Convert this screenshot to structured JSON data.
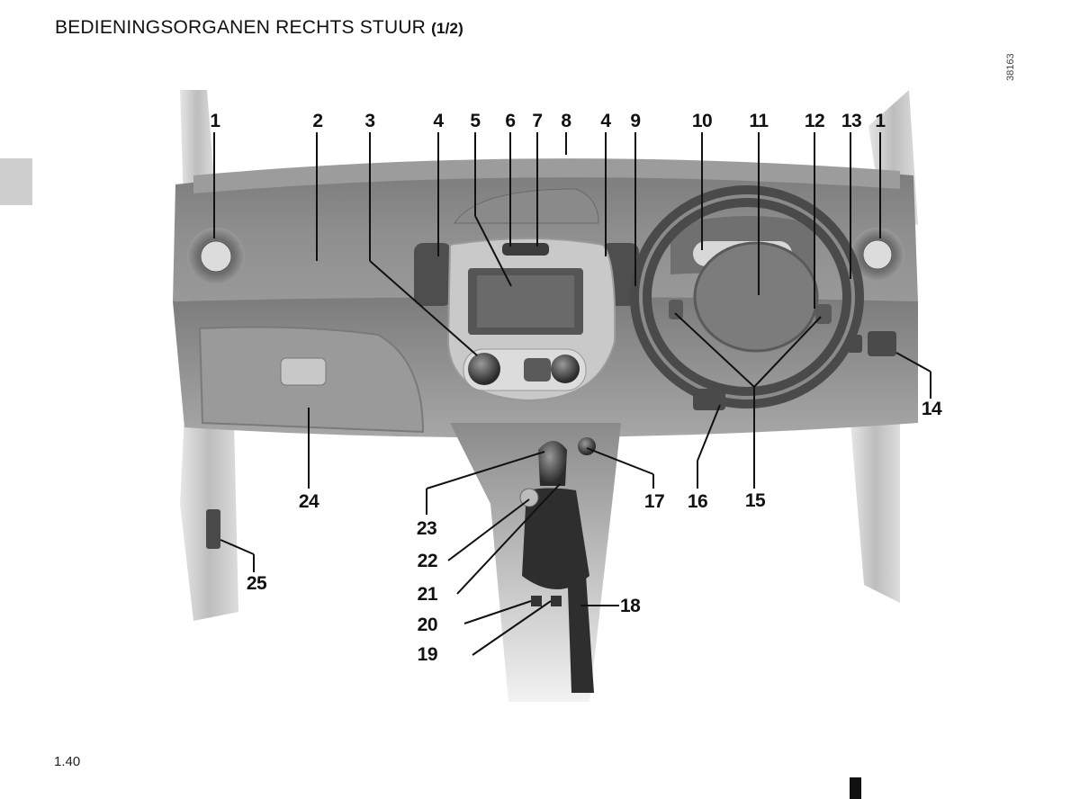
{
  "header": {
    "title": "BEDIENINGSORGANEN RECHTS STUUR",
    "subtitle": "(1/2)"
  },
  "reference_code": "38163",
  "page_number": "1.40",
  "callouts": {
    "c1a": "1",
    "c2": "2",
    "c3": "3",
    "c4a": "4",
    "c5": "5",
    "c6": "6",
    "c7": "7",
    "c8": "8",
    "c4b": "4",
    "c9": "9",
    "c10": "10",
    "c11": "11",
    "c12": "12",
    "c13": "13",
    "c1b": "1",
    "c14": "14",
    "c15": "15",
    "c16": "16",
    "c17": "17",
    "c18": "18",
    "c19": "19",
    "c20": "20",
    "c21": "21",
    "c22": "22",
    "c23": "23",
    "c24": "24",
    "c25": "25"
  },
  "colors": {
    "dash_dark": "#6e6e6e",
    "dash_mid": "#8f8f8f",
    "dash_light": "#b4b4b4",
    "leader": "#111111",
    "side_tab": "#cfcfcf"
  }
}
